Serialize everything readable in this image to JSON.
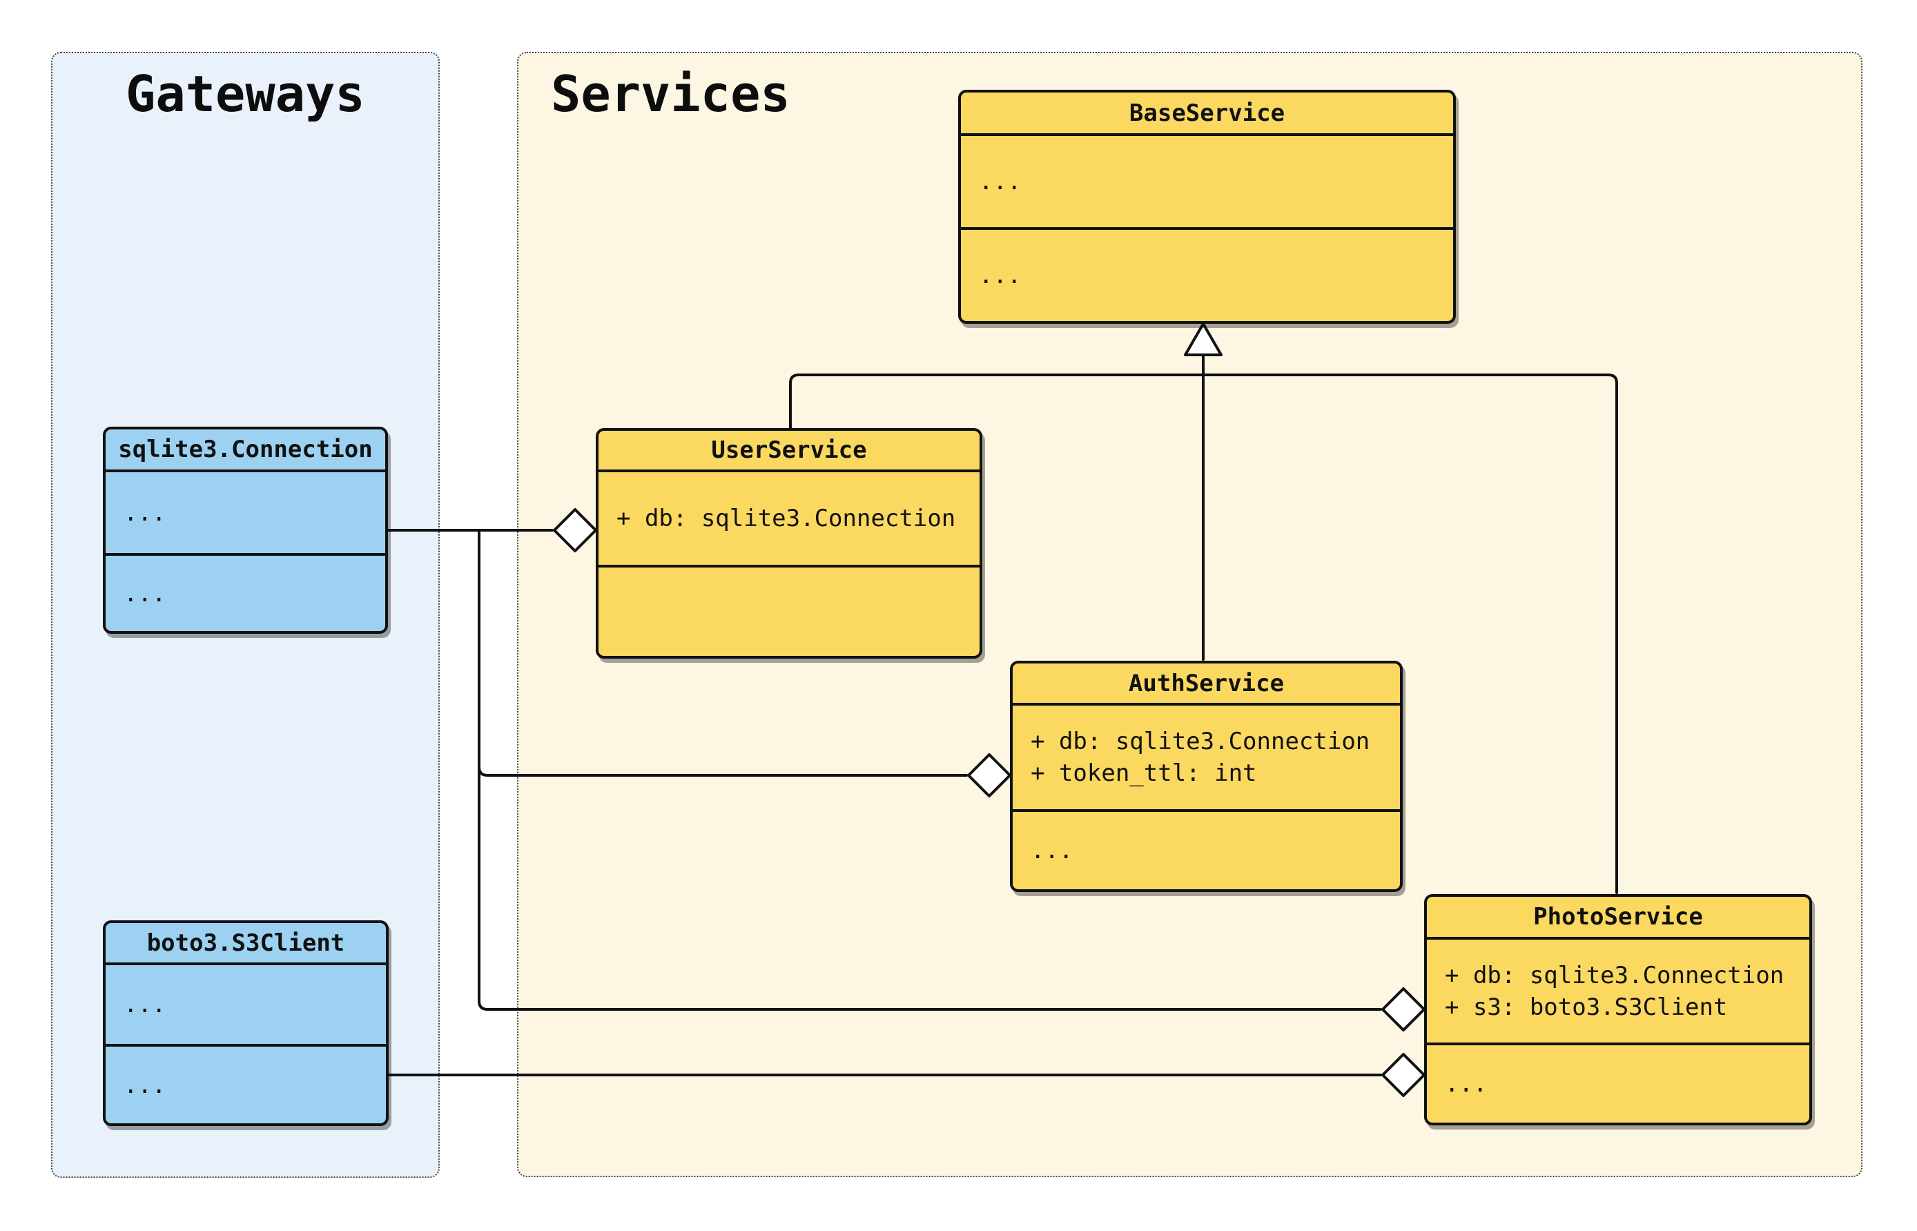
{
  "groups": {
    "gateways": {
      "label": "Gateways"
    },
    "services": {
      "label": "Services"
    }
  },
  "classes": {
    "base": {
      "name": "BaseService",
      "attrs": [
        "..."
      ],
      "methods": [
        "..."
      ]
    },
    "user": {
      "name": "UserService",
      "attrs": [
        "+ db: sqlite3.Connection"
      ],
      "methods": []
    },
    "auth": {
      "name": "AuthService",
      "attrs": [
        "+ db: sqlite3.Connection",
        "+ token_ttl: int"
      ],
      "methods": [
        "..."
      ]
    },
    "photo": {
      "name": "PhotoService",
      "attrs": [
        "+ db: sqlite3.Connection",
        "+ s3: boto3.S3Client"
      ],
      "methods": [
        "..."
      ]
    },
    "sqlite": {
      "name": "sqlite3.Connection",
      "attrs": [
        "..."
      ],
      "methods": [
        "..."
      ]
    },
    "s3": {
      "name": "boto3.S3Client",
      "attrs": [
        "..."
      ],
      "methods": [
        "..."
      ]
    }
  },
  "relations": [
    {
      "from": "UserService",
      "to": "BaseService",
      "type": "inheritance"
    },
    {
      "from": "AuthService",
      "to": "BaseService",
      "type": "inheritance"
    },
    {
      "from": "PhotoService",
      "to": "BaseService",
      "type": "inheritance"
    },
    {
      "from": "sqlite3.Connection",
      "to": "UserService",
      "type": "aggregation"
    },
    {
      "from": "sqlite3.Connection",
      "to": "AuthService",
      "type": "aggregation"
    },
    {
      "from": "sqlite3.Connection",
      "to": "PhotoService",
      "type": "aggregation"
    },
    {
      "from": "boto3.S3Client",
      "to": "PhotoService",
      "type": "aggregation"
    }
  ],
  "colors": {
    "service_class_fill": "#FBD860",
    "gateway_class_fill": "#9DD1F1",
    "gateways_panel_bg": "#E9F1FB",
    "services_panel_bg": "#FDF6E3",
    "stroke": "#111111"
  }
}
